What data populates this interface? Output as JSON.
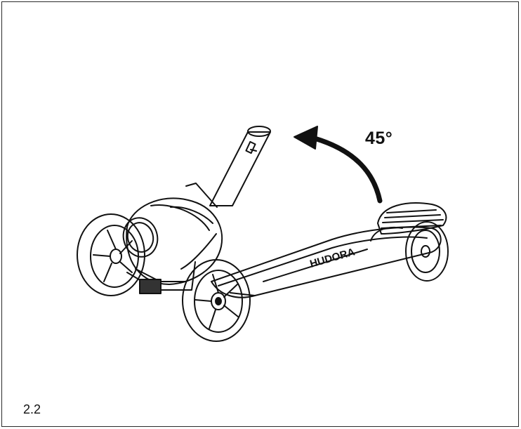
{
  "figure": {
    "angle_label": "45°",
    "step_label": "2.2",
    "brand_text": "HUDORA",
    "icons": [
      "rotation-arrow-icon",
      "scooter-illustration"
    ],
    "colors": {
      "line": "#111111",
      "background": "#ffffff",
      "fill_dark": "#333333"
    }
  }
}
